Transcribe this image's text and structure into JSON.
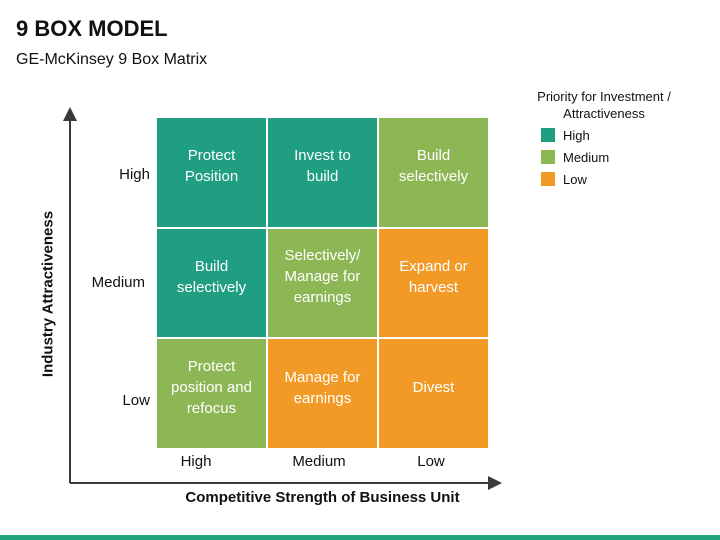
{
  "title": "9 BOX MODEL",
  "subtitle": "GE-McKinsey 9 Box Matrix",
  "colors": {
    "high": "#1f9e82",
    "medium": "#8db755",
    "low": "#f19a26",
    "accent_bar": "#1fa37c"
  },
  "y_axis": {
    "title": "Industry Attractiveness",
    "levels": [
      "High",
      "Medium",
      "Low"
    ]
  },
  "x_axis": {
    "title": "Competitive Strength of Business Unit",
    "levels": [
      "High",
      "Medium",
      "Low"
    ]
  },
  "cells": [
    [
      {
        "label": "Protect\nPosition",
        "priority": "high"
      },
      {
        "label": "Invest to\nbuild",
        "priority": "high"
      },
      {
        "label": "Build\nselectively",
        "priority": "medium"
      }
    ],
    [
      {
        "label": "Build\nselectively",
        "priority": "high"
      },
      {
        "label": "Selectively/\nManage for\nearnings",
        "priority": "medium"
      },
      {
        "label": "Expand or\nharvest",
        "priority": "low"
      }
    ],
    [
      {
        "label": "Protect\nposition and\nrefocus",
        "priority": "medium"
      },
      {
        "label": "Manage for\nearnings",
        "priority": "low"
      },
      {
        "label": "Divest",
        "priority": "low"
      }
    ]
  ],
  "legend": {
    "title": "Priority for Investment / Attractiveness",
    "items": [
      {
        "label": "High",
        "priority": "high"
      },
      {
        "label": "Medium",
        "priority": "medium"
      },
      {
        "label": "Low",
        "priority": "low"
      }
    ]
  }
}
